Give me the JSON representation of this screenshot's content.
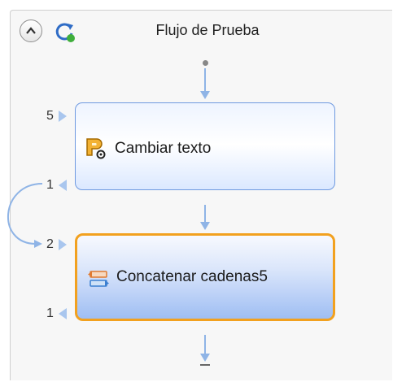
{
  "flow": {
    "title": "Flujo de Prueba"
  },
  "header": {
    "collapse_icon": "chevron-up-icon",
    "refresh_icon": "refresh-icon"
  },
  "nodes": [
    {
      "label": "Cambiar texto",
      "icon": "change-text-icon",
      "input_port": "5",
      "output_port": "1",
      "selected": false
    },
    {
      "label": "Concatenar cadenas5",
      "icon": "concatenate-icon",
      "input_port": "2",
      "output_port": "1",
      "selected": true
    }
  ],
  "colors": {
    "node_border": "#6f9ae0",
    "selected_border": "#f2a11f",
    "connector": "#8fb4e6",
    "port_marker": "#a9c6ee"
  }
}
